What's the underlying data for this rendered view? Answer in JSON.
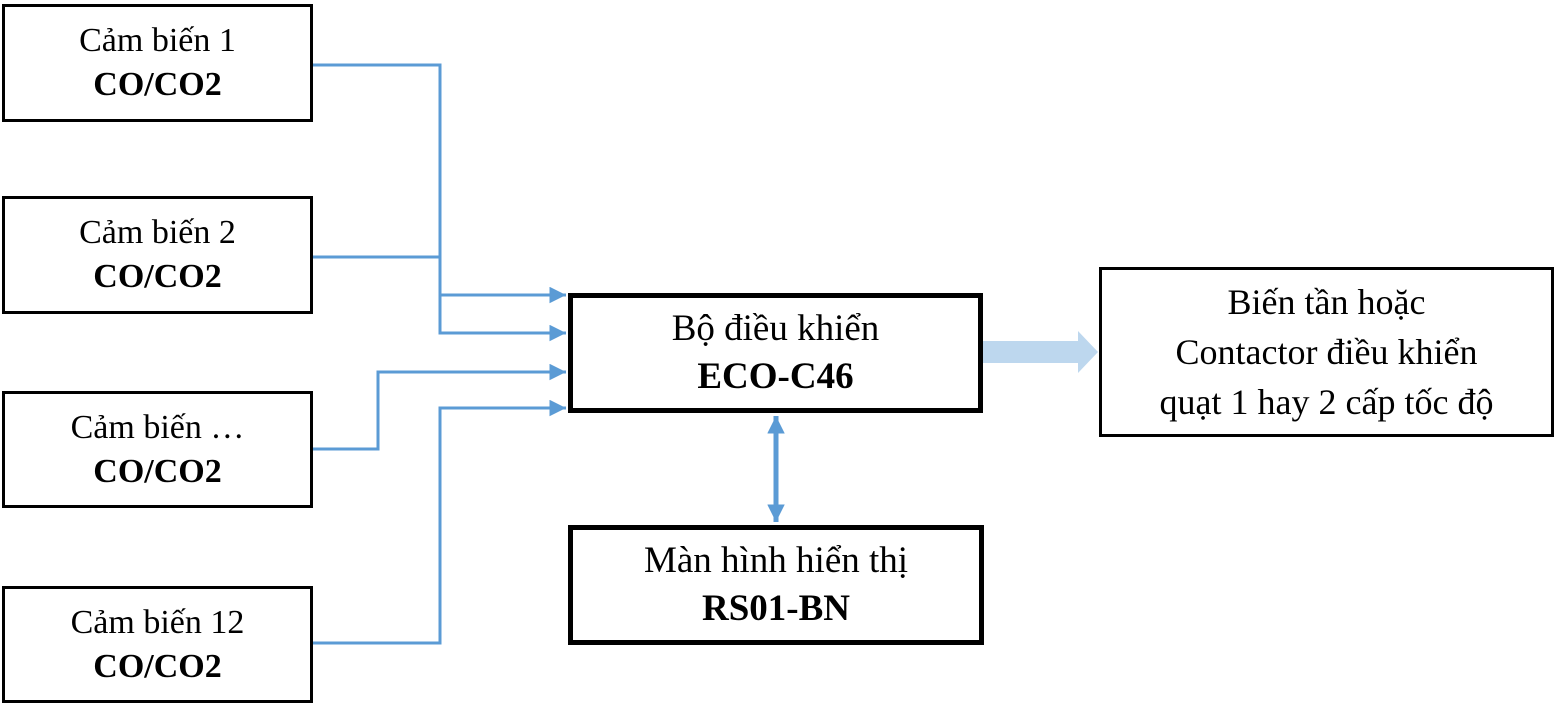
{
  "diagram": {
    "title_hint": "ECO-C46 CO/CO2 control system block diagram",
    "sensors": [
      {
        "name": "Cảm biến 1",
        "type": "CO/CO2"
      },
      {
        "name": "Cảm biến 2",
        "type": "CO/CO2"
      },
      {
        "name": "Cảm biến …",
        "type": "CO/CO2"
      },
      {
        "name": "Cảm biến 12",
        "type": "CO/CO2"
      }
    ],
    "controller": {
      "name": "Bộ điều khiển",
      "model": "ECO-C46"
    },
    "display": {
      "name": "Màn hình hiển thị",
      "model": "RS01-BN"
    },
    "output": {
      "line1": "Biến tần hoặc",
      "line2": "Contactor điều khiển",
      "line3": "quạt 1 hay 2 cấp tốc độ"
    },
    "colors": {
      "connector": "#5B9BD5",
      "block_arrow": "#BDD7EE",
      "border": "#000000",
      "background": "#FFFFFF"
    }
  }
}
